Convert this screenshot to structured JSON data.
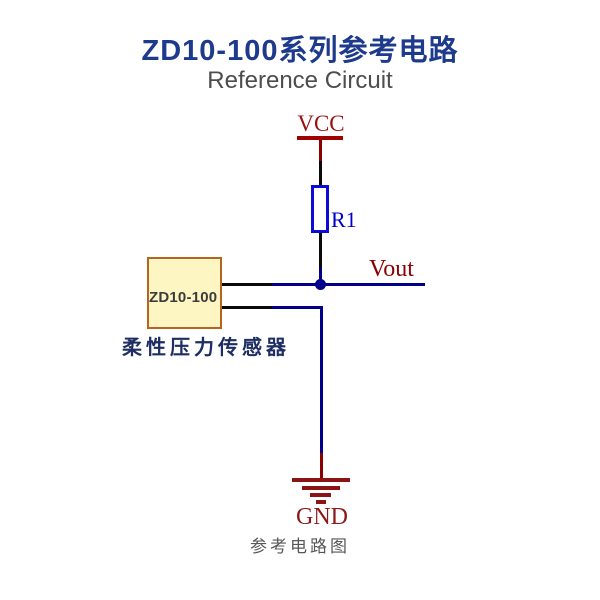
{
  "header": {
    "title": "ZD10-100系列参考电路",
    "subtitle": "Reference Circuit"
  },
  "circuit": {
    "power_label": "VCC",
    "resistor_label": "R1",
    "output_label": "Vout",
    "ground_label": "GND",
    "sensor": {
      "part_number": "ZD10-100",
      "caption": "柔性压力传感器"
    },
    "colors": {
      "title_blue": "#1e3a8c",
      "subtitle_gray": "#4d4d4d",
      "power_text_red": "#9b1111",
      "power_bar_red": "#a00000",
      "wire_black": "#0a0a0a",
      "wire_blue": "#00008b",
      "wire_red": "#8b0000",
      "resistor_outline_blue": "#0b0bd9",
      "resistor_label_blue": "#0000cc",
      "ground_symbol_red": "#8b1515",
      "sensor_fill_yellow": "#fdf6c3",
      "sensor_border_orange": "#b5651d",
      "sensor_text_gray": "#3c3c3c",
      "sensor_caption_navy": "#1e2e63",
      "footer_gray": "#575757"
    }
  },
  "footer": {
    "caption": "参考电路图"
  }
}
